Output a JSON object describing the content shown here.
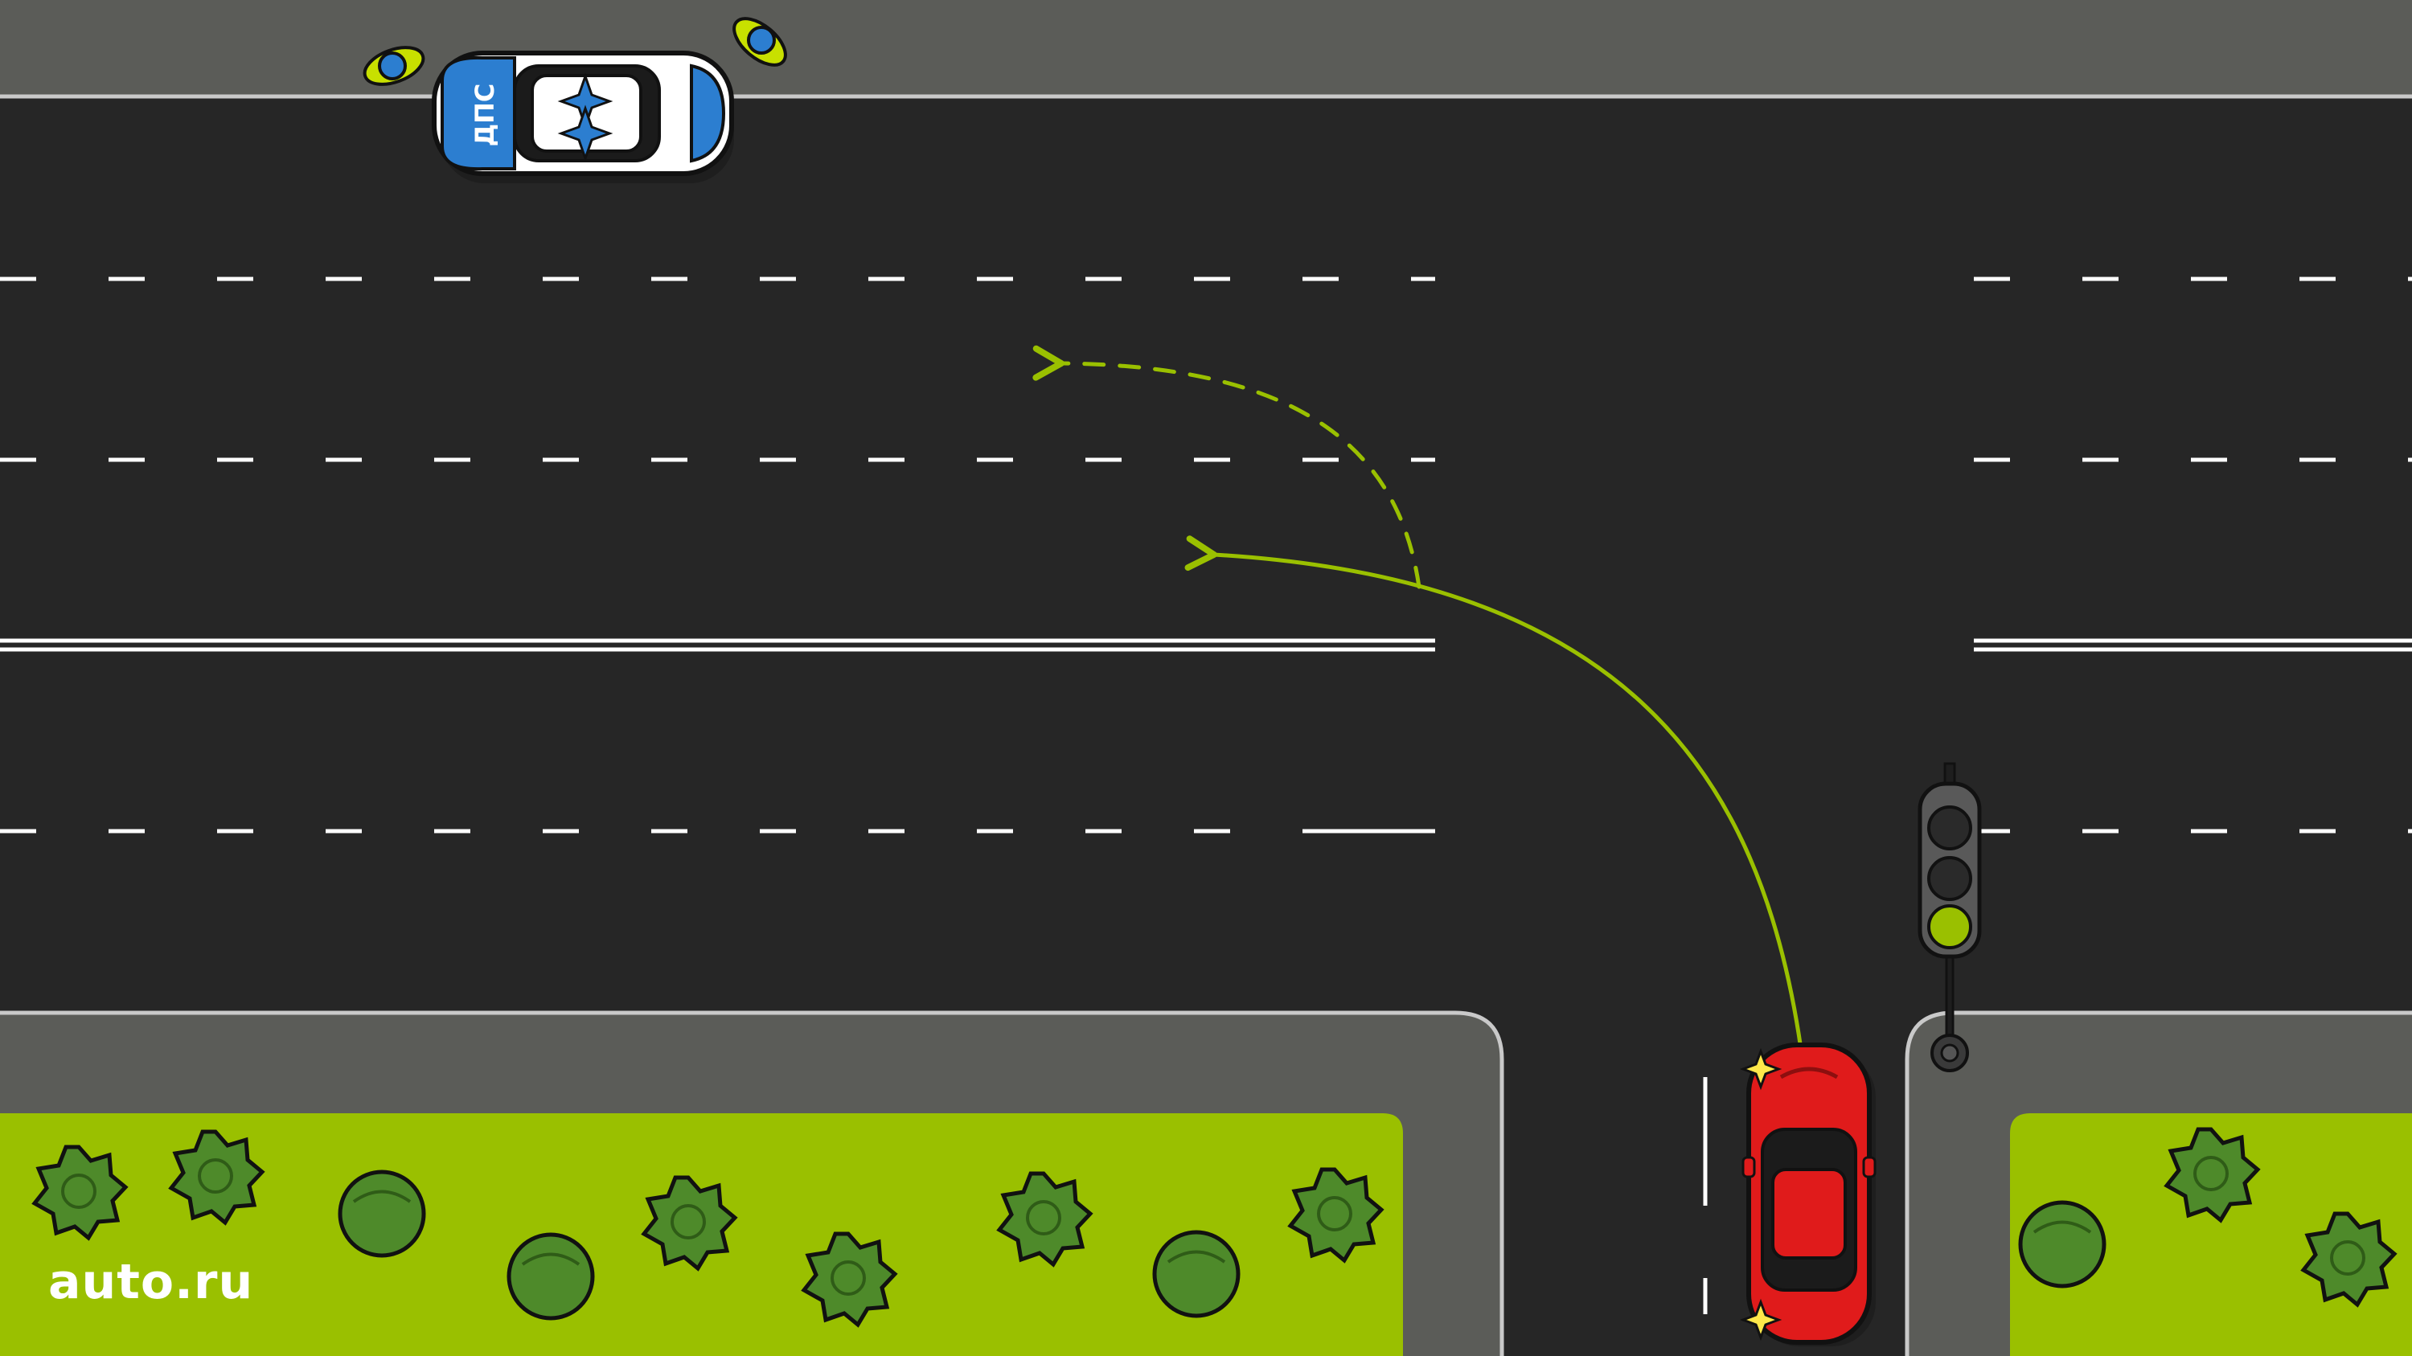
{
  "brand": {
    "logo_text": "auto.ru"
  },
  "police_car": {
    "label": "ДПС"
  },
  "traffic_light": {
    "state": "green",
    "lamps": [
      "red",
      "yellow",
      "green"
    ]
  },
  "colors": {
    "asphalt": "#262626",
    "sidewalk": "#5b5c58",
    "grass": "#9ac000",
    "arrow": "#9ac000",
    "red_car": "#e01b1b",
    "police_blue": "#2c7ed0",
    "signal_green": "#9ac000",
    "signal_off": "#2a2a2a",
    "tree": "#4e8a2a"
  },
  "icons": [
    "police-car-icon",
    "red-car-icon",
    "traffic-light-icon",
    "tree-icon",
    "bush-icon",
    "officer-icon",
    "turn-arrow-icon"
  ]
}
